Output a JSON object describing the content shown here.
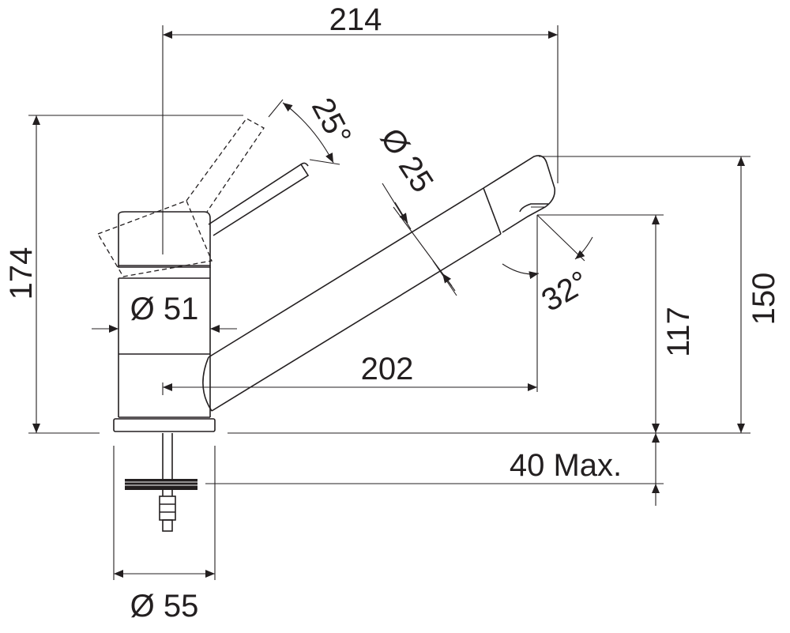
{
  "dimensions": {
    "overall_width": "214",
    "lever_angle": "25°",
    "spout_diameter": "Ø 25",
    "overall_height": "174",
    "body_diameter": "Ø 51",
    "spout_reach": "202",
    "spray_angle": "32°",
    "spout_height": "117",
    "outlet_height": "150",
    "deck_thickness": "40 Max.",
    "base_diameter": "Ø 55"
  },
  "colors": {
    "line": "#231f20",
    "background": "#ffffff"
  }
}
